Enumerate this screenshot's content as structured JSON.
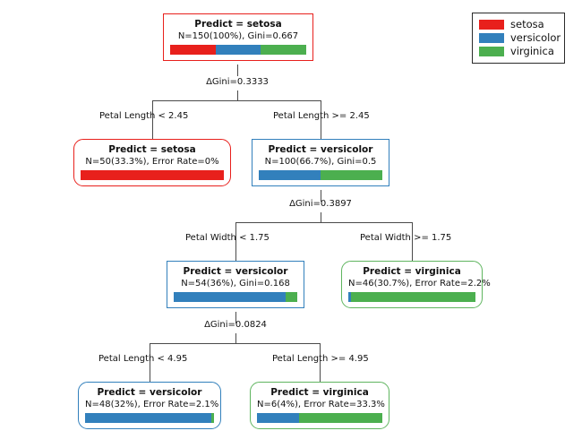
{
  "legend": {
    "entries": [
      {
        "label": "setosa",
        "color": "#E8201C",
        "swatch": "setosa"
      },
      {
        "label": "versicolor",
        "color": "#3280BC",
        "swatch": "versicolor"
      },
      {
        "label": "virginica",
        "color": "#4CAF4F",
        "swatch": "virginica"
      }
    ]
  },
  "palette": {
    "setosa": "#E8201C",
    "versicolor": "#3280BC",
    "virginica": "#4CAF4F",
    "line": "#4a4a4a",
    "text": "#111111"
  },
  "tree": {
    "root": {
      "title": "Predict = setosa",
      "stats": "N=150(100%), Gini=0.667",
      "distribution": [
        33.3,
        33.3,
        33.4
      ],
      "type": "internal",
      "class": "setosa"
    },
    "setosa_leaf": {
      "title": "Predict = setosa",
      "stats": "N=50(33.3%), Error Rate=0%",
      "distribution": [
        100,
        0,
        0
      ],
      "type": "leaf",
      "class": "setosa"
    },
    "versicolor_internal": {
      "title": "Predict = versicolor",
      "stats": "N=100(66.7%), Gini=0.5",
      "distribution": [
        0,
        50,
        50
      ],
      "type": "internal",
      "class": "versicolor"
    },
    "versicolor_internal_2": {
      "title": "Predict = versicolor",
      "stats": "N=54(36%), Gini=0.168",
      "distribution": [
        0,
        90.7,
        9.3
      ],
      "type": "internal",
      "class": "versicolor"
    },
    "virginica_leaf": {
      "title": "Predict = virginica",
      "stats": "N=46(30.7%), Error Rate=2.2%",
      "distribution": [
        0,
        2.2,
        97.8
      ],
      "type": "leaf",
      "class": "virginica"
    },
    "versicolor_leaf": {
      "title": "Predict = versicolor",
      "stats": "N=48(32%), Error Rate=2.1%",
      "distribution": [
        0,
        97.9,
        2.1
      ],
      "type": "leaf",
      "class": "versicolor"
    },
    "virginica_leaf_2": {
      "title": "Predict = virginica",
      "stats": "N=6(4%), Error Rate=33.3%",
      "distribution": [
        0,
        33.3,
        66.7
      ],
      "type": "leaf",
      "class": "virginica"
    }
  },
  "splits": {
    "split_1": {
      "gini": "ΔGini=0.3333",
      "left": "Petal Length < 2.45",
      "right": "Petal Length >= 2.45"
    },
    "split_2": {
      "gini": "ΔGini=0.3897",
      "left": "Petal Width < 1.75",
      "right": "Petal Width >= 1.75"
    },
    "split_3": {
      "gini": "ΔGini=0.0824",
      "left": "Petal Length < 4.95",
      "right": "Petal Length >= 4.95"
    }
  }
}
